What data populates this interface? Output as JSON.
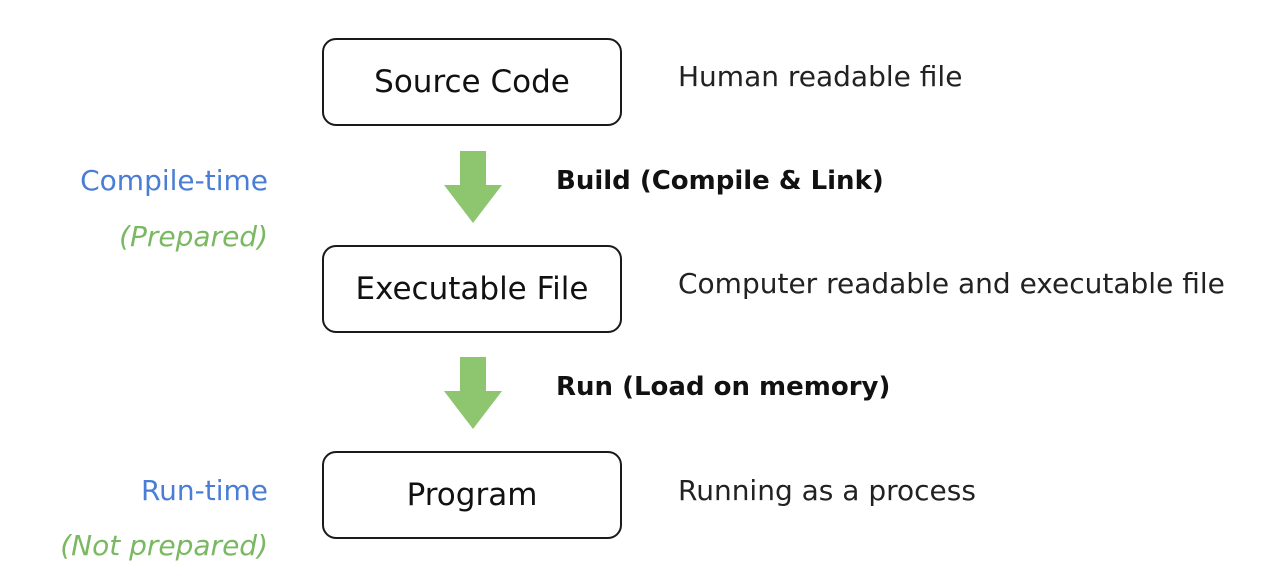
{
  "boxes": {
    "source": "Source Code",
    "executable": "Executable File",
    "program": "Program"
  },
  "descriptions": {
    "source": "Human readable file",
    "executable": "Computer readable and executable file",
    "program": "Running as a process"
  },
  "steps": {
    "build": "Build (Compile & Link)",
    "run": "Run (Load on memory)"
  },
  "phases": {
    "compile": {
      "name": "Compile-time",
      "note": "(Prepared)"
    },
    "run": {
      "name": "Run-time",
      "note": "(Not prepared)"
    }
  },
  "colors": {
    "arrow": "#8ec66f",
    "phase_name": "#4a7ed6",
    "phase_note": "#7ab861"
  }
}
